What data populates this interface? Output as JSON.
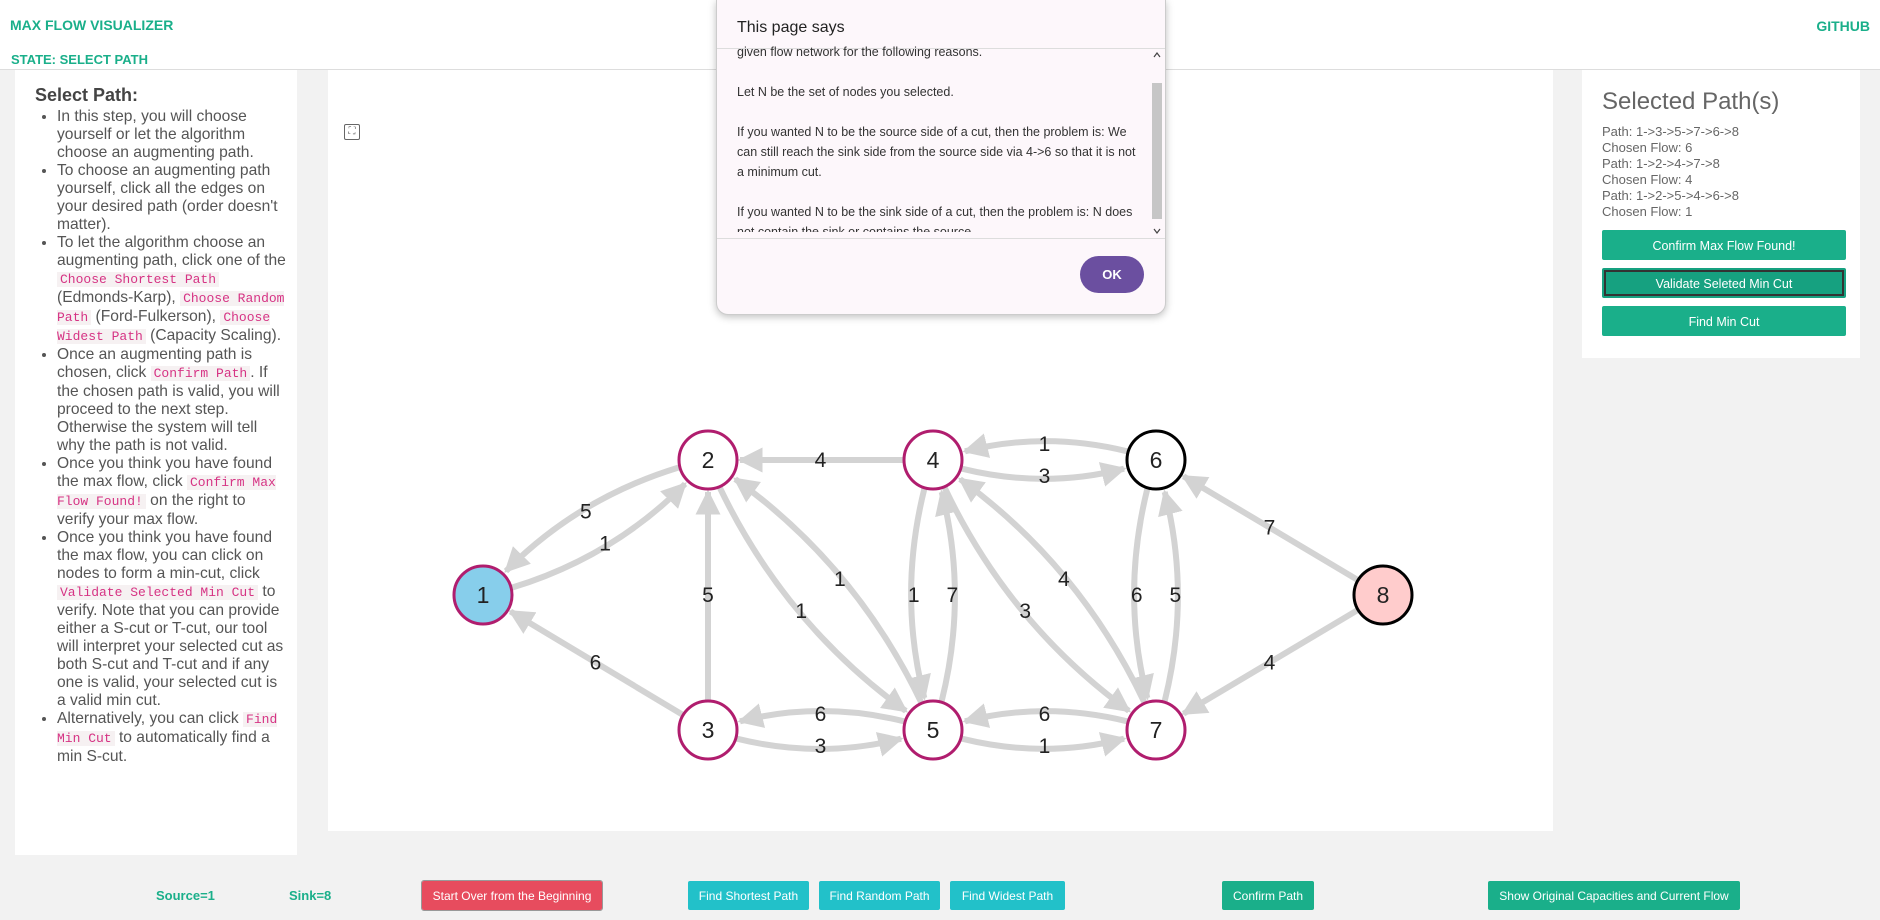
{
  "header": {
    "brand": "MAX FLOW VISUALIZER",
    "state": "STATE: SELECT PATH",
    "github": "GITHUB"
  },
  "instructions": {
    "title": "Select Path:",
    "items": [
      [
        "In this step, you will choose yourself or let the algorithm choose an augmenting path."
      ],
      [
        "To choose an augmenting path yourself, click all the edges on your desired path (order doesn't matter)."
      ],
      [
        "To let the algorithm choose an augmenting path, click one of the ",
        {
          "code": "Choose Shortest Path"
        },
        " (Edmonds-Karp), ",
        {
          "code": "Choose Random Path"
        },
        " (Ford-Fulkerson), ",
        {
          "code": "Choose Widest Path"
        },
        " (Capacity Scaling)."
      ],
      [
        "Once an augmenting path is chosen, click ",
        {
          "code": "Confirm Path"
        },
        ". If the chosen path is valid, you will proceed to the next step. Otherwise the system will tell why the path is not valid."
      ],
      [
        "Once you think you have found the max flow, click ",
        {
          "code": "Confirm Max Flow Found!"
        },
        " on the right to verify your max flow."
      ],
      [
        "Once you think you have found the max flow, you can click on nodes to form a min-cut, click ",
        {
          "code": "Validate Selected Min Cut"
        },
        " to verify. Note that you can provide either a S-cut or T-cut, our tool will interpret your selected cut as both S-cut and T-cut and if any one is valid, your selected cut is a valid min cut."
      ],
      [
        "Alternatively, you can click ",
        {
          "code": "Find Min Cut"
        },
        " to automatically find a min S-cut."
      ]
    ]
  },
  "selected_paths": {
    "title": "Selected Path(s)",
    "lines": [
      "Path: 1->3->5->7->6->8",
      "Chosen Flow: 6",
      "Path: 1->2->4->7->8",
      "Chosen Flow: 4",
      "Path: 1->2->5->4->6->8",
      "Chosen Flow: 1"
    ],
    "buttons": {
      "confirm_max_flow": "Confirm Max Flow Found!",
      "validate_min_cut": "Validate Seleted Min Cut",
      "find_min_cut": "Find Min Cut"
    }
  },
  "bottom": {
    "source": "Source=1",
    "sink": "Sink=8",
    "start_over": "Start Over from the Beginning",
    "find_shortest": "Find Shortest Path",
    "find_random": "Find Random Path",
    "find_widest": "Find Widest Path",
    "confirm_path": "Confirm Path",
    "show_original": "Show Original Capacities and Current Flow"
  },
  "dialog": {
    "title": "This page says",
    "paragraphs": [
      "given flow network for the following reasons.",
      "Let N be the set of nodes you selected.",
      "If you wanted N to be the source side of a cut, then the problem is: We can still reach the sink side from the source side via 4->6 so that it is not a minimum cut.",
      "If you wanted N to be the sink side of a cut, then the problem is: N does not contain the sink or contains the source."
    ],
    "ok": "OK"
  },
  "graph": {
    "nodes": [
      {
        "id": "1",
        "fill": "#87ceeb",
        "stroke": "#b01d6e"
      },
      {
        "id": "2",
        "fill": "#ffffff",
        "stroke": "#b01d6e"
      },
      {
        "id": "3",
        "fill": "#ffffff",
        "stroke": "#b01d6e"
      },
      {
        "id": "4",
        "fill": "#ffffff",
        "stroke": "#b01d6e"
      },
      {
        "id": "5",
        "fill": "#ffffff",
        "stroke": "#b01d6e"
      },
      {
        "id": "6",
        "fill": "#ffffff",
        "stroke": "#000000"
      },
      {
        "id": "7",
        "fill": "#ffffff",
        "stroke": "#b01d6e"
      },
      {
        "id": "8",
        "fill": "#ffcccc",
        "stroke": "#000000"
      }
    ],
    "edges": [
      {
        "from": "1",
        "to": "2",
        "label": "1"
      },
      {
        "from": "2",
        "to": "1",
        "label": "5"
      },
      {
        "from": "3",
        "to": "1",
        "label": "6"
      },
      {
        "from": "4",
        "to": "2",
        "label": "4"
      },
      {
        "from": "3",
        "to": "2",
        "label": "5"
      },
      {
        "from": "2",
        "to": "5",
        "label": "1"
      },
      {
        "from": "5",
        "to": "2",
        "label": "1"
      },
      {
        "from": "3",
        "to": "5",
        "label": "3"
      },
      {
        "from": "5",
        "to": "3",
        "label": "6"
      },
      {
        "from": "5",
        "to": "4",
        "label": "7"
      },
      {
        "from": "4",
        "to": "5",
        "label": "1"
      },
      {
        "from": "4",
        "to": "6",
        "label": "3"
      },
      {
        "from": "6",
        "to": "4",
        "label": "1"
      },
      {
        "from": "4",
        "to": "7",
        "label": "3"
      },
      {
        "from": "7",
        "to": "4",
        "label": "4"
      },
      {
        "from": "5",
        "to": "7",
        "label": "1"
      },
      {
        "from": "7",
        "to": "5",
        "label": "6"
      },
      {
        "from": "7",
        "to": "6",
        "label": "5"
      },
      {
        "from": "6",
        "to": "7",
        "label": "6"
      },
      {
        "from": "8",
        "to": "6",
        "label": "7"
      },
      {
        "from": "8",
        "to": "7",
        "label": "4"
      }
    ]
  }
}
